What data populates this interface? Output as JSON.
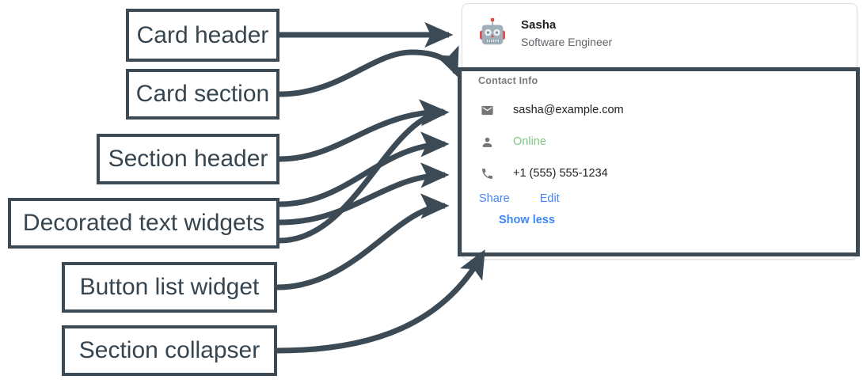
{
  "annotations": {
    "card_header": "Card header",
    "card_section": "Card section",
    "section_header": "Section header",
    "decorated_text_widgets": "Decorated text widgets",
    "button_list_widget": "Button list widget",
    "section_collapser": "Section collapser"
  },
  "card": {
    "header": {
      "title": "Sasha",
      "subtitle": "Software Engineer",
      "avatar_icon": "robot-avatar-icon"
    },
    "section": {
      "header": "Contact Info",
      "text_widgets": [
        {
          "icon": "email-icon",
          "text": "sasha@example.com",
          "color": "#202124"
        },
        {
          "icon": "person-icon",
          "text": "Online",
          "color": "#81c784"
        },
        {
          "icon": "phone-icon",
          "text": "+1 (555) 555-1234",
          "color": "#202124"
        }
      ],
      "buttons": [
        {
          "label": "Share"
        },
        {
          "label": "Edit"
        }
      ],
      "collapser": {
        "label": "Show less"
      }
    }
  },
  "colors": {
    "annotation_stroke": "#3b4a55",
    "annotation_text": "#36454f",
    "link_blue": "#4285f4",
    "status_green": "#81c784",
    "icon_gray": "#757575",
    "section_header_gray": "#7a7a7a",
    "card_border": "#e0e0e0"
  }
}
